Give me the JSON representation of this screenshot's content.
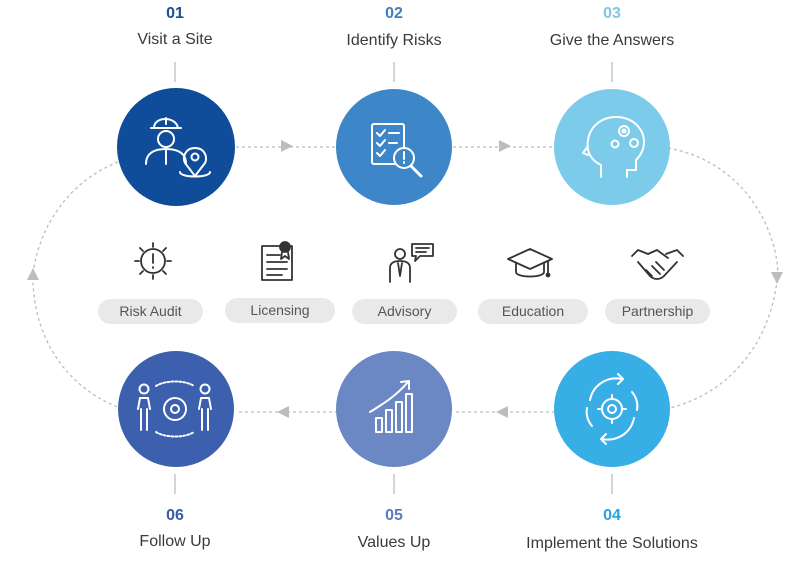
{
  "steps": [
    {
      "number": "01",
      "label": "Visit a Site",
      "icon": "engineer-location-icon",
      "color": "#0f4c9a",
      "number_color": "#1e4f93"
    },
    {
      "number": "02",
      "label": "Identify Risks",
      "icon": "checklist-search-icon",
      "color": "#3d86c8",
      "number_color": "#3d7fc0"
    },
    {
      "number": "03",
      "label": "Give the Answers",
      "icon": "head-gears-icon",
      "color": "#7ccbea",
      "number_color": "#7cc7e8"
    },
    {
      "number": "04",
      "label": "Implement the Solutions",
      "icon": "cycle-gear-icon",
      "color": "#38aee6",
      "number_color": "#2aa3e0"
    },
    {
      "number": "05",
      "label": "Values Up",
      "icon": "growth-chart-icon",
      "color": "#6b87c4",
      "number_color": "#5b7cbf"
    },
    {
      "number": "06",
      "label": "Follow Up",
      "icon": "team-gear-icon",
      "color": "#3c5fae",
      "number_color": "#3a5ba8"
    }
  ],
  "services": [
    {
      "label": "Risk Audit",
      "icon": "gear-alert-icon"
    },
    {
      "label": "Licensing",
      "icon": "certificate-icon"
    },
    {
      "label": "Advisory",
      "icon": "advisor-speech-icon"
    },
    {
      "label": "Education",
      "icon": "graduation-cap-icon"
    },
    {
      "label": "Partnership",
      "icon": "handshake-icon"
    }
  ],
  "colors": {
    "connector": "#b9b9b9",
    "arrow": "#bdbdbd",
    "pill_bg": "#e9e9e9",
    "service_icon": "#333333"
  }
}
